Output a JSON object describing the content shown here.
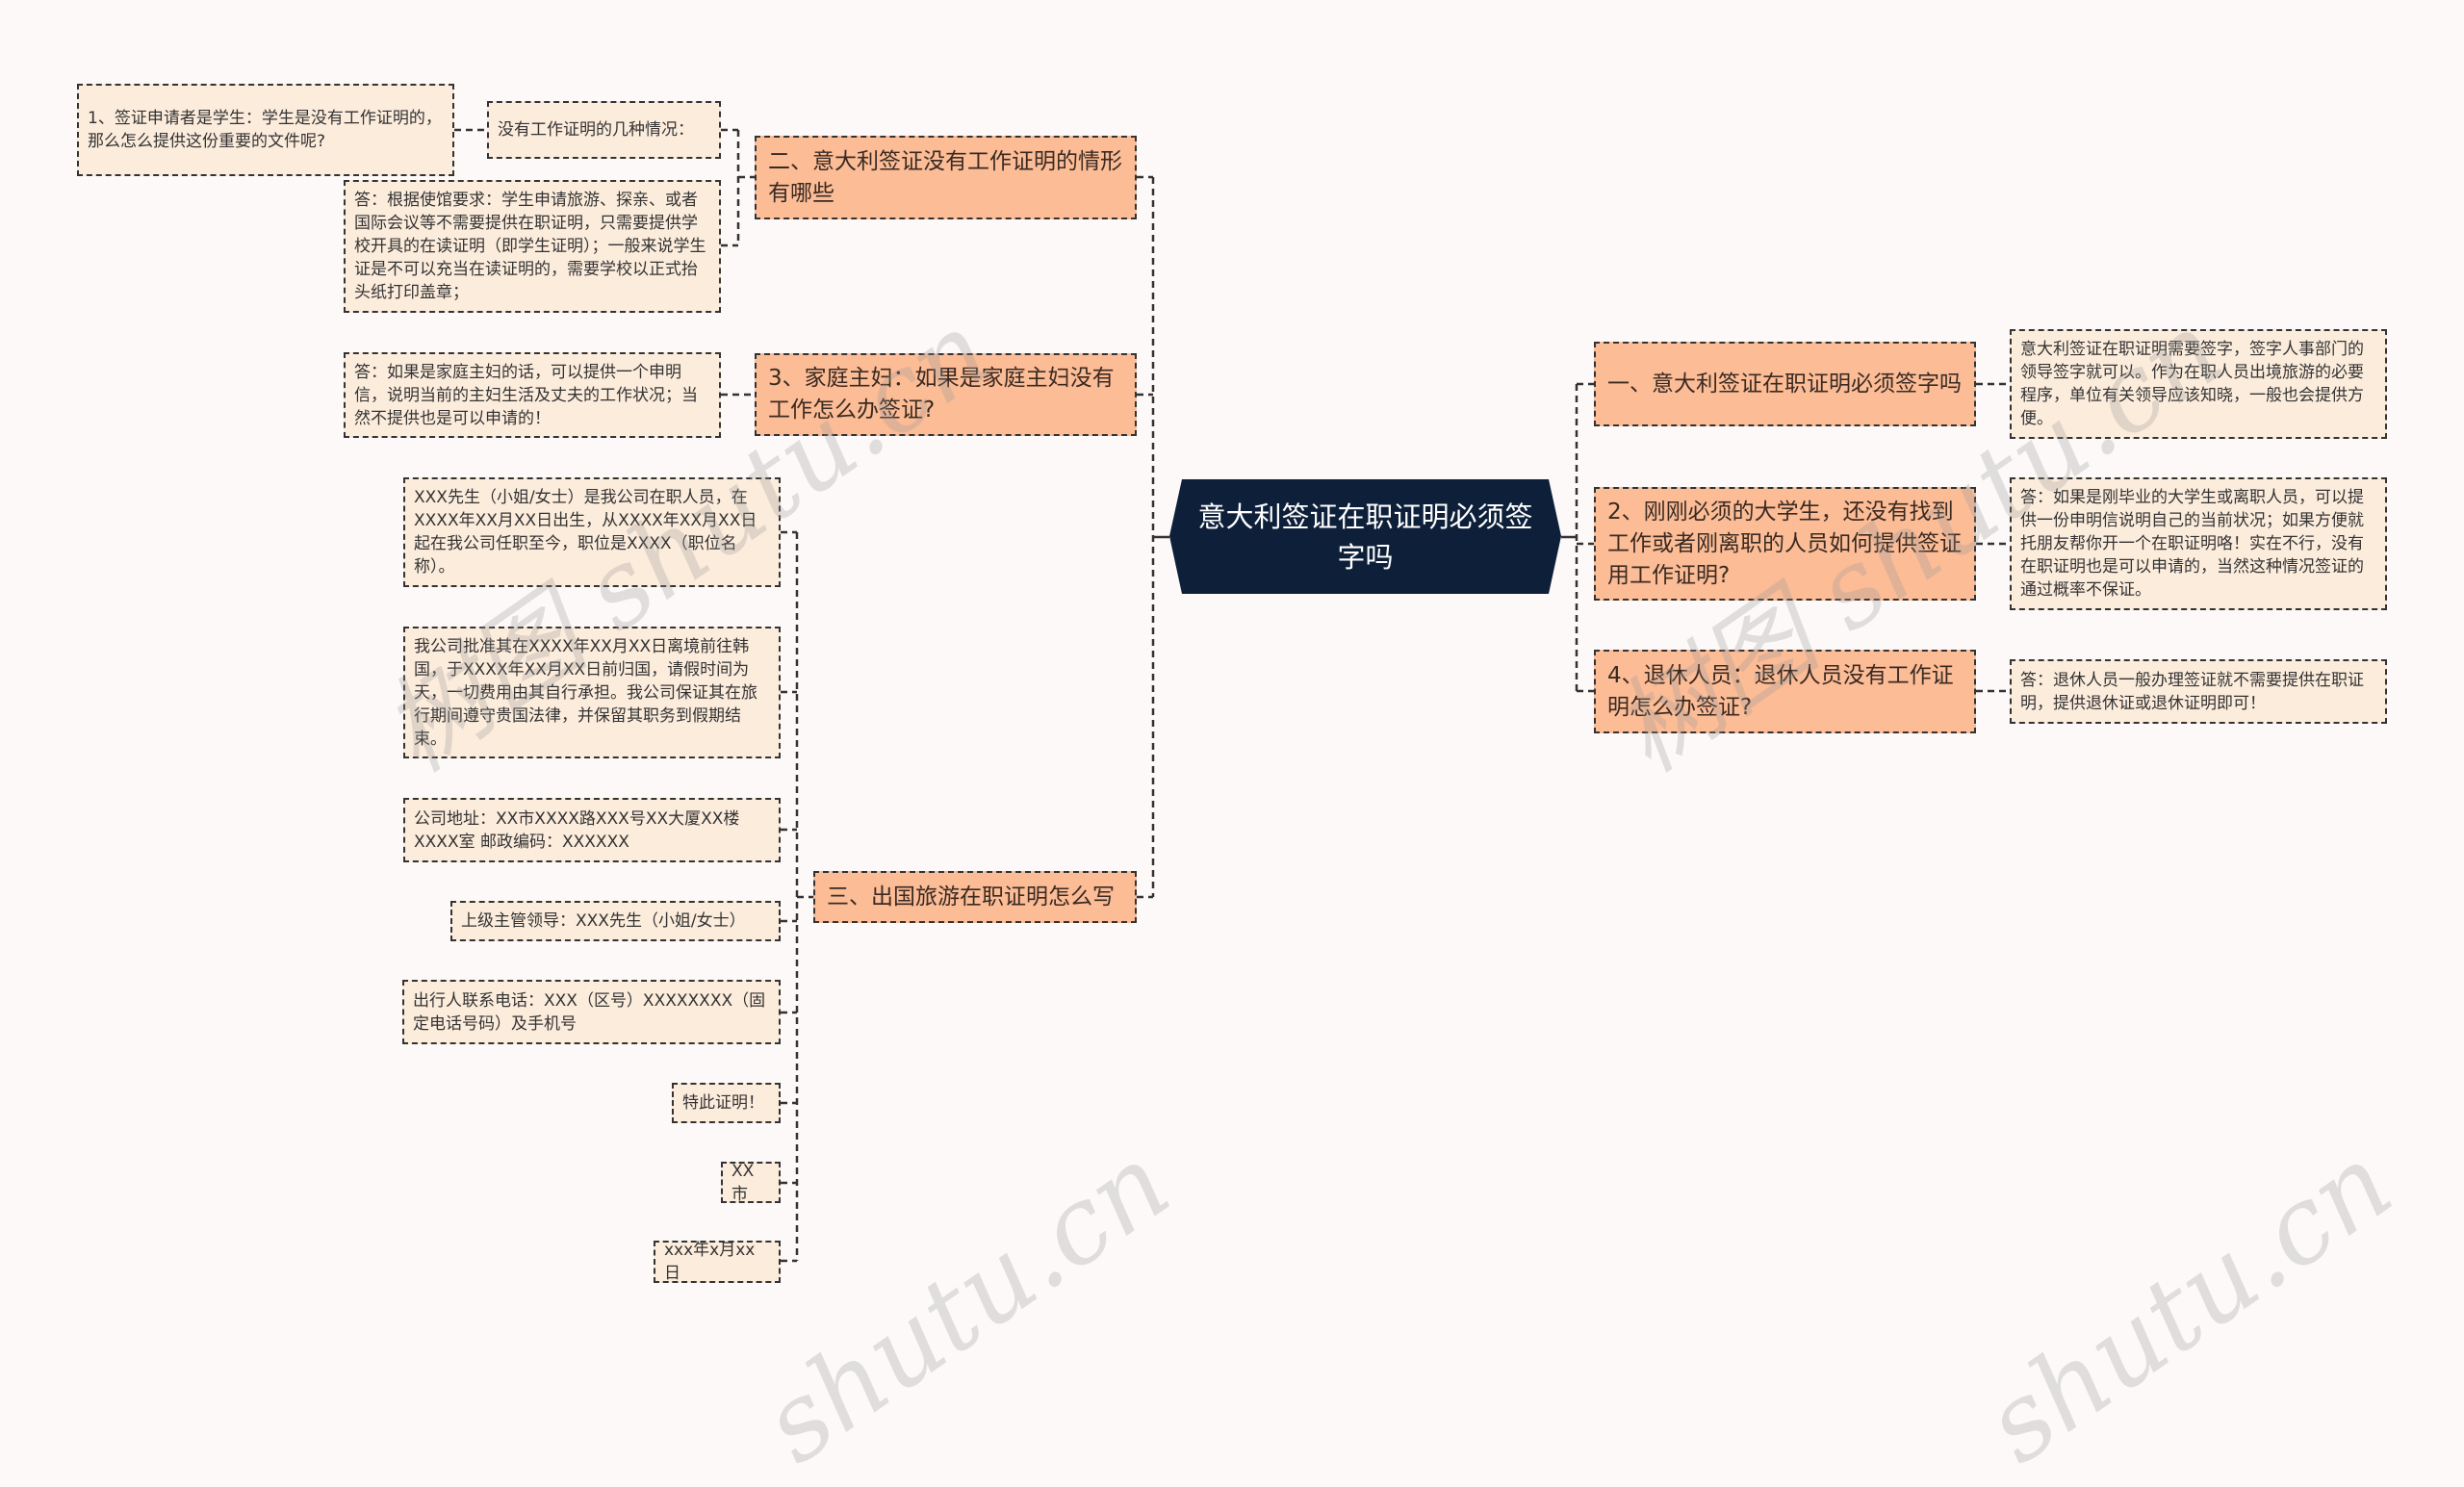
{
  "root": {
    "label": "意大利签证在职证明必须签字吗"
  },
  "right_branches": [
    {
      "label": "一、意大利签证在职证明必须签字吗",
      "children": [
        "意大利签证在职证明需要签字，签字人事部门的领导签字就可以。作为在职人员出境旅游的必要程序，单位有关领导应该知晓，一般也会提供方便。"
      ]
    },
    {
      "label": "2、刚刚必须的大学生，还没有找到工作或者刚离职的人员如何提供签证用工作证明?",
      "children": [
        "答：如果是刚毕业的大学生或离职人员，可以提供一份申明信说明自己的当前状况；如果方便就托朋友帮你开一个在职证明咯！实在不行，没有在职证明也是可以申请的，当然这种情况签证的通过概率不保证。"
      ]
    },
    {
      "label": "4、退休人员：退休人员没有工作证明怎么办签证?",
      "children": [
        "答：退休人员一般办理签证就不需要提供在职证明，提供退休证或退休证明即可！"
      ]
    }
  ],
  "left_branches": [
    {
      "label": "二、意大利签证没有工作证明的情形有哪些",
      "children": [
        {
          "label": "没有工作证明的几种情况：",
          "children": [
            "1、签证申请者是学生：学生是没有工作证明的，那么怎么提供这份重要的文件呢?"
          ]
        },
        {
          "label": "答：根据使馆要求：学生申请旅游、探亲、或者国际会议等不需要提供在职证明，只需要提供学校开具的在读证明（即学生证明）；一般来说学生证是不可以充当在读证明的，需要学校以正式抬头纸打印盖章；"
        }
      ]
    },
    {
      "label": "3、家庭主妇：如果是家庭主妇没有工作怎么办签证?",
      "children": [
        {
          "label": "答：如果是家庭主妇的话，可以提供一个申明信，说明当前的主妇生活及丈夫的工作状况；当然不提供也是可以申请的！"
        }
      ]
    },
    {
      "label": "三、出国旅游在职证明怎么写",
      "children": [
        {
          "label": "XXX先生（小姐/女士）是我公司在职人员，在XXXX年XX月XX日出生，从XXXX年XX月XX日起在我公司任职至今，职位是XXXX（职位名称）。"
        },
        {
          "label": "我公司批准其在XXXX年XX月XX日离境前往韩国，于XXXX年XX月XX日前归国，请假时间为 天，一切费用由其自行承担。我公司保证其在旅行期间遵守贵国法律，并保留其职务到假期结束。"
        },
        {
          "label": "公司地址：XX市XXXX路XXX号XX大厦XX楼XXXX室 邮政编码：XXXXXX"
        },
        {
          "label": "上级主管领导：XXX先生（小姐/女士）"
        },
        {
          "label": "出行人联系电话：XXX（区号）XXXXXXXX（固定电话号码）及手机号"
        },
        {
          "label": "特此证明！"
        },
        {
          "label": "XX市"
        },
        {
          "label": "xxx年x月xx日"
        }
      ]
    }
  ],
  "watermark": {
    "text": "树图 shutu.cn",
    "short": "shutu.cn",
    "cn": ".cn"
  },
  "colors": {
    "background": "#fcf9f8",
    "root_fill": "#0e1f3a",
    "primary_fill": "#fbbc96",
    "secondary_fill": "#fcecdc",
    "border": "#333333"
  }
}
